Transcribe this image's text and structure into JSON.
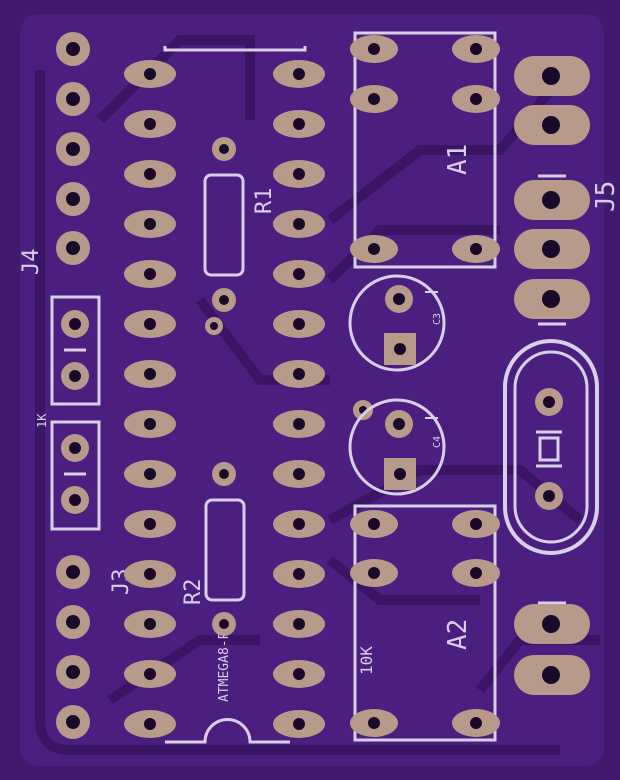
{
  "board": {
    "colors": {
      "substrate": "#3f1a6e",
      "copper": "#4a1f80",
      "trace": "#3a1566",
      "silkscreen": "#d8d0e8",
      "pad": "#b89a8a",
      "drill": "#1a0a2a"
    }
  },
  "labels": {
    "j4": "J4",
    "j3": "J3",
    "j5": "J5",
    "r1": "R1",
    "r2": "R2",
    "a1": "A1",
    "a2": "A2",
    "c3": "C3",
    "c4": "C4",
    "pot1k": "1K",
    "pot10k": "10K",
    "ic": "ATMEGA8-P"
  }
}
